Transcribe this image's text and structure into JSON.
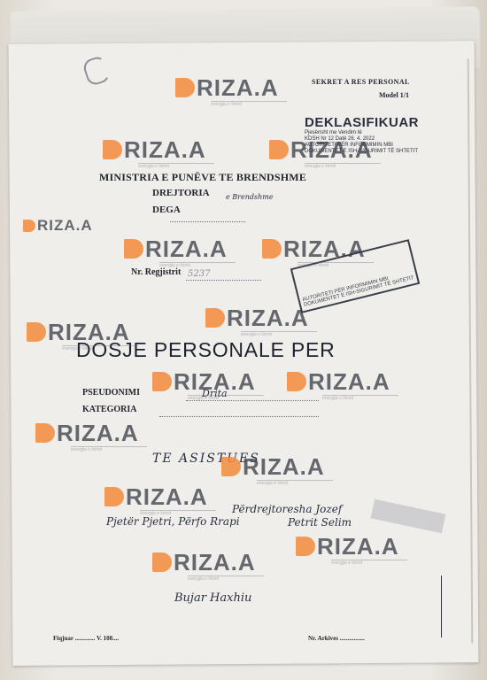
{
  "header": {
    "classification": "SEKRET A RES PERSONAL",
    "model": "Model 1/1"
  },
  "declassification": {
    "label": "DEKLASIFIKUAR",
    "decision_line": "Pjesërisht me Vendim të",
    "kdsh_line": "KDSH Nr 12 Datë 26. 4. 2022",
    "authority_line_1": "AUTORITETI PËR INFORMIMIN MBI",
    "authority_line_2": "DOKUMENTET E ISH-SIGURIMIT TË SHTETIT"
  },
  "institution": {
    "ministry": "MINISTRIA E PUNËVE TE BRENDSHME",
    "directorate_label": "DREJTORIA",
    "directorate_value": "e Brendshme",
    "branch_label": "DEGA"
  },
  "registry": {
    "label": "Nr. Regjistrit",
    "value": "5237"
  },
  "stamp": {
    "line_1": "AUTORITETI PËR INFORMIMIN MBI",
    "line_2": "DOKUMENTET E ISH-SIGURIMIT TË SHTETIT"
  },
  "dossier": {
    "title": "DOSJE PERSONALE PER",
    "pseudonym_label": "PSEUDONIMI",
    "pseudonym_value": "Drita",
    "category_label": "KATEGORIA",
    "purpose_text": "TE ASISTUES"
  },
  "handwriting": {
    "line_1": "Përdrejtoresha Jozef",
    "line_2": "Pjetër Pjetri, Përfo Rrapi",
    "line_3": "Petrit Selim",
    "line_4": "",
    "line_5": "Bujar Haxhiu"
  },
  "footer": {
    "left": "Fiqjuar ............. V. 108....",
    "right": "Nr. Arkives ................"
  },
  "watermark": {
    "brand": "RIZA.A",
    "tagline": "energjia e lirimit"
  }
}
